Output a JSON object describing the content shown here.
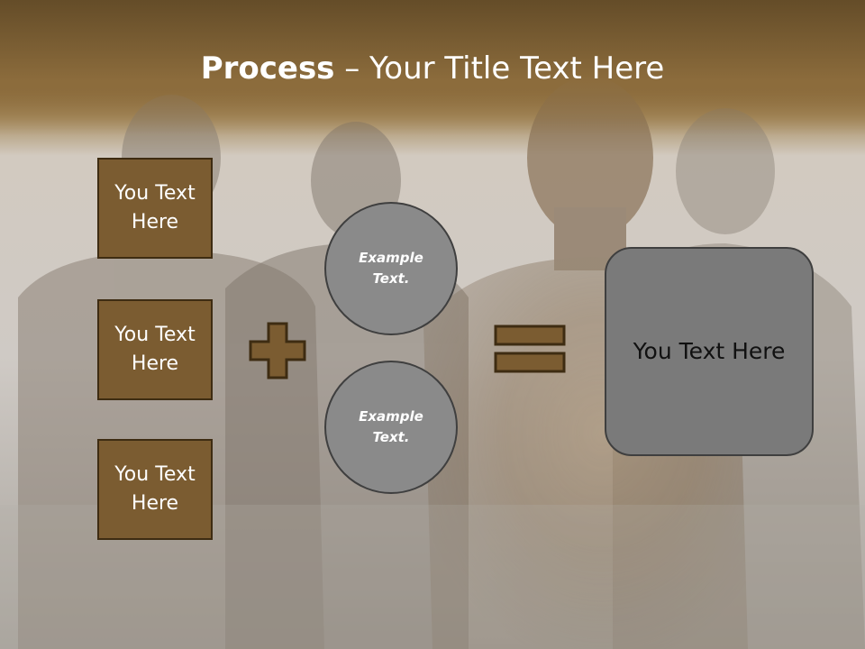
{
  "title": {
    "bold": "Process",
    "rest": " – Your Title Text Here"
  },
  "boxes": [
    {
      "label": "You Text Here"
    },
    {
      "label": "You Text Here"
    },
    {
      "label": "You Text Here"
    }
  ],
  "circles": [
    {
      "label": "Example Text."
    },
    {
      "label": "Example Text."
    }
  ],
  "result": {
    "label": "You Text Here"
  },
  "colors": {
    "header_brown": "#7b5c31",
    "box_fill": "#7b5c31",
    "circle_fill": "#8a8a8a",
    "result_fill": "#7a7a7a"
  },
  "icons": {
    "operator_1": "plus-icon",
    "operator_2": "equals-icon"
  }
}
